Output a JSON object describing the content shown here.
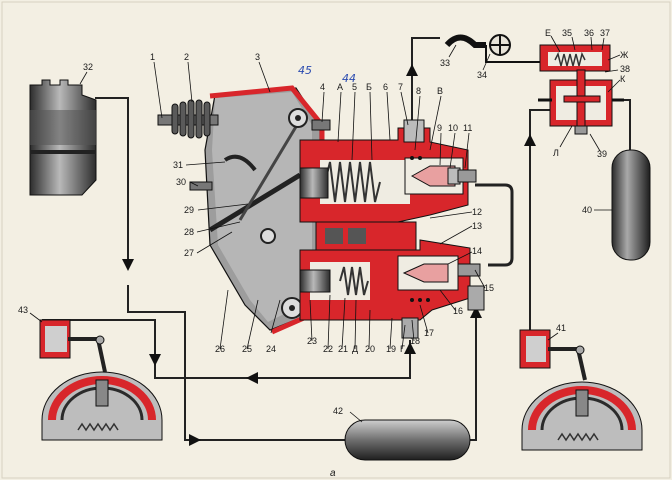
{
  "diagram": {
    "caption": "а",
    "handwritten_notes": [
      "45",
      "44"
    ],
    "callouts": [
      {
        "id": "c1",
        "text": "1"
      },
      {
        "id": "c2",
        "text": "2"
      },
      {
        "id": "c3",
        "text": "3"
      },
      {
        "id": "c4",
        "text": "4"
      },
      {
        "id": "cA",
        "text": "А"
      },
      {
        "id": "c5",
        "text": "5"
      },
      {
        "id": "cB",
        "text": "Б"
      },
      {
        "id": "c6",
        "text": "6"
      },
      {
        "id": "c7",
        "text": "7"
      },
      {
        "id": "c8",
        "text": "8"
      },
      {
        "id": "cV",
        "text": "В"
      },
      {
        "id": "c9",
        "text": "9"
      },
      {
        "id": "c10",
        "text": "10"
      },
      {
        "id": "c11",
        "text": "11"
      },
      {
        "id": "c12",
        "text": "12"
      },
      {
        "id": "c13",
        "text": "13"
      },
      {
        "id": "c14",
        "text": "14"
      },
      {
        "id": "c15",
        "text": "15"
      },
      {
        "id": "c16",
        "text": "16"
      },
      {
        "id": "c17",
        "text": "17"
      },
      {
        "id": "c18",
        "text": "18"
      },
      {
        "id": "cG",
        "text": "Г"
      },
      {
        "id": "c19",
        "text": "19"
      },
      {
        "id": "c20",
        "text": "20"
      },
      {
        "id": "cD",
        "text": "Д"
      },
      {
        "id": "c21",
        "text": "21"
      },
      {
        "id": "c22",
        "text": "22"
      },
      {
        "id": "c23",
        "text": "23"
      },
      {
        "id": "c24",
        "text": "24"
      },
      {
        "id": "c25",
        "text": "25"
      },
      {
        "id": "c26",
        "text": "26"
      },
      {
        "id": "c27",
        "text": "27"
      },
      {
        "id": "c28",
        "text": "28"
      },
      {
        "id": "c29",
        "text": "29"
      },
      {
        "id": "c30",
        "text": "30"
      },
      {
        "id": "c31",
        "text": "31"
      },
      {
        "id": "c32",
        "text": "32"
      },
      {
        "id": "c33",
        "text": "33"
      },
      {
        "id": "c34",
        "text": "34"
      },
      {
        "id": "cE",
        "text": "Е"
      },
      {
        "id": "c35",
        "text": "35"
      },
      {
        "id": "c36",
        "text": "36"
      },
      {
        "id": "c37",
        "text": "37"
      },
      {
        "id": "cZh",
        "text": "Ж"
      },
      {
        "id": "c38",
        "text": "38"
      },
      {
        "id": "cK",
        "text": "К"
      },
      {
        "id": "cL",
        "text": "Л"
      },
      {
        "id": "c39",
        "text": "39"
      },
      {
        "id": "c40",
        "text": "40"
      },
      {
        "id": "c41",
        "text": "41"
      },
      {
        "id": "c42",
        "text": "42"
      },
      {
        "id": "c43",
        "text": "43"
      }
    ]
  },
  "colors": {
    "background": "#f3efe3",
    "housing_red": "#d8262b",
    "metal_dark": "#3a3a3a",
    "metal_mid": "#8c8c8c",
    "metal_light": "#c9c9c9",
    "pipe": "#2b2b2b"
  }
}
